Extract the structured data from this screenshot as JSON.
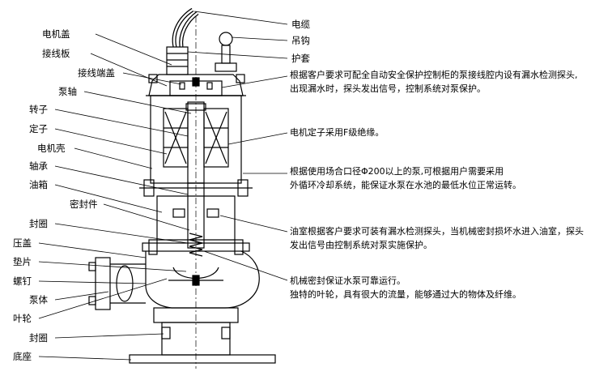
{
  "left_labels": [
    {
      "key": "motor_cover",
      "text": "电机盖"
    },
    {
      "key": "terminal_board",
      "text": "接线板"
    },
    {
      "key": "terminal_end_cover",
      "text": "接线端盖"
    },
    {
      "key": "pump_shaft",
      "text": "泵轴"
    },
    {
      "key": "rotor",
      "text": "转子"
    },
    {
      "key": "stator",
      "text": "定子"
    },
    {
      "key": "motor_housing",
      "text": "电机壳"
    },
    {
      "key": "bearing",
      "text": "轴承"
    },
    {
      "key": "oil_box",
      "text": "油箱"
    },
    {
      "key": "seal_part",
      "text": "密封件"
    },
    {
      "key": "seal_ring_1",
      "text": "封圈"
    },
    {
      "key": "pressure_cover",
      "text": "压盖"
    },
    {
      "key": "washer",
      "text": "垫片"
    },
    {
      "key": "screw",
      "text": "螺钉"
    },
    {
      "key": "pump_body",
      "text": "泵体"
    },
    {
      "key": "impeller",
      "text": "叶轮"
    },
    {
      "key": "seal_ring_2",
      "text": "封圈"
    },
    {
      "key": "base",
      "text": "底座"
    }
  ],
  "right_labels": [
    {
      "key": "cable",
      "text": "电缆"
    },
    {
      "key": "hook",
      "text": "吊钩"
    },
    {
      "key": "sleeve",
      "text": "护套"
    }
  ],
  "notes": [
    {
      "key": "leak_detect",
      "lines": [
        "根据客户要求可配全自动安全保护控制柜的泵接线腔内设有漏水检测探头,",
        "出现漏水时，探头发出信号，控制系统对泵保护。"
      ]
    },
    {
      "key": "stator_insulation",
      "lines": [
        "电机定子采用F级绝缘。"
      ]
    },
    {
      "key": "cooling",
      "lines": [
        "根据使用场合口径Φ200以上的泵,可根据用户需要采用",
        "外循环冷却系统，能保证水泵在水池的最低水位正常运转。"
      ]
    },
    {
      "key": "oil_chamber",
      "lines": [
        "油室根据客户要求可装有漏水检测探头，当机械密封损坏水进入油室，探头",
        "发出信号由控制系统对泵实施保护。"
      ]
    },
    {
      "key": "mech_seal",
      "lines": [
        "机械密封保证水泵可靠运行。",
        "独特的叶轮，具有很大的流量，能够通过大的物体及纤维。"
      ]
    }
  ]
}
